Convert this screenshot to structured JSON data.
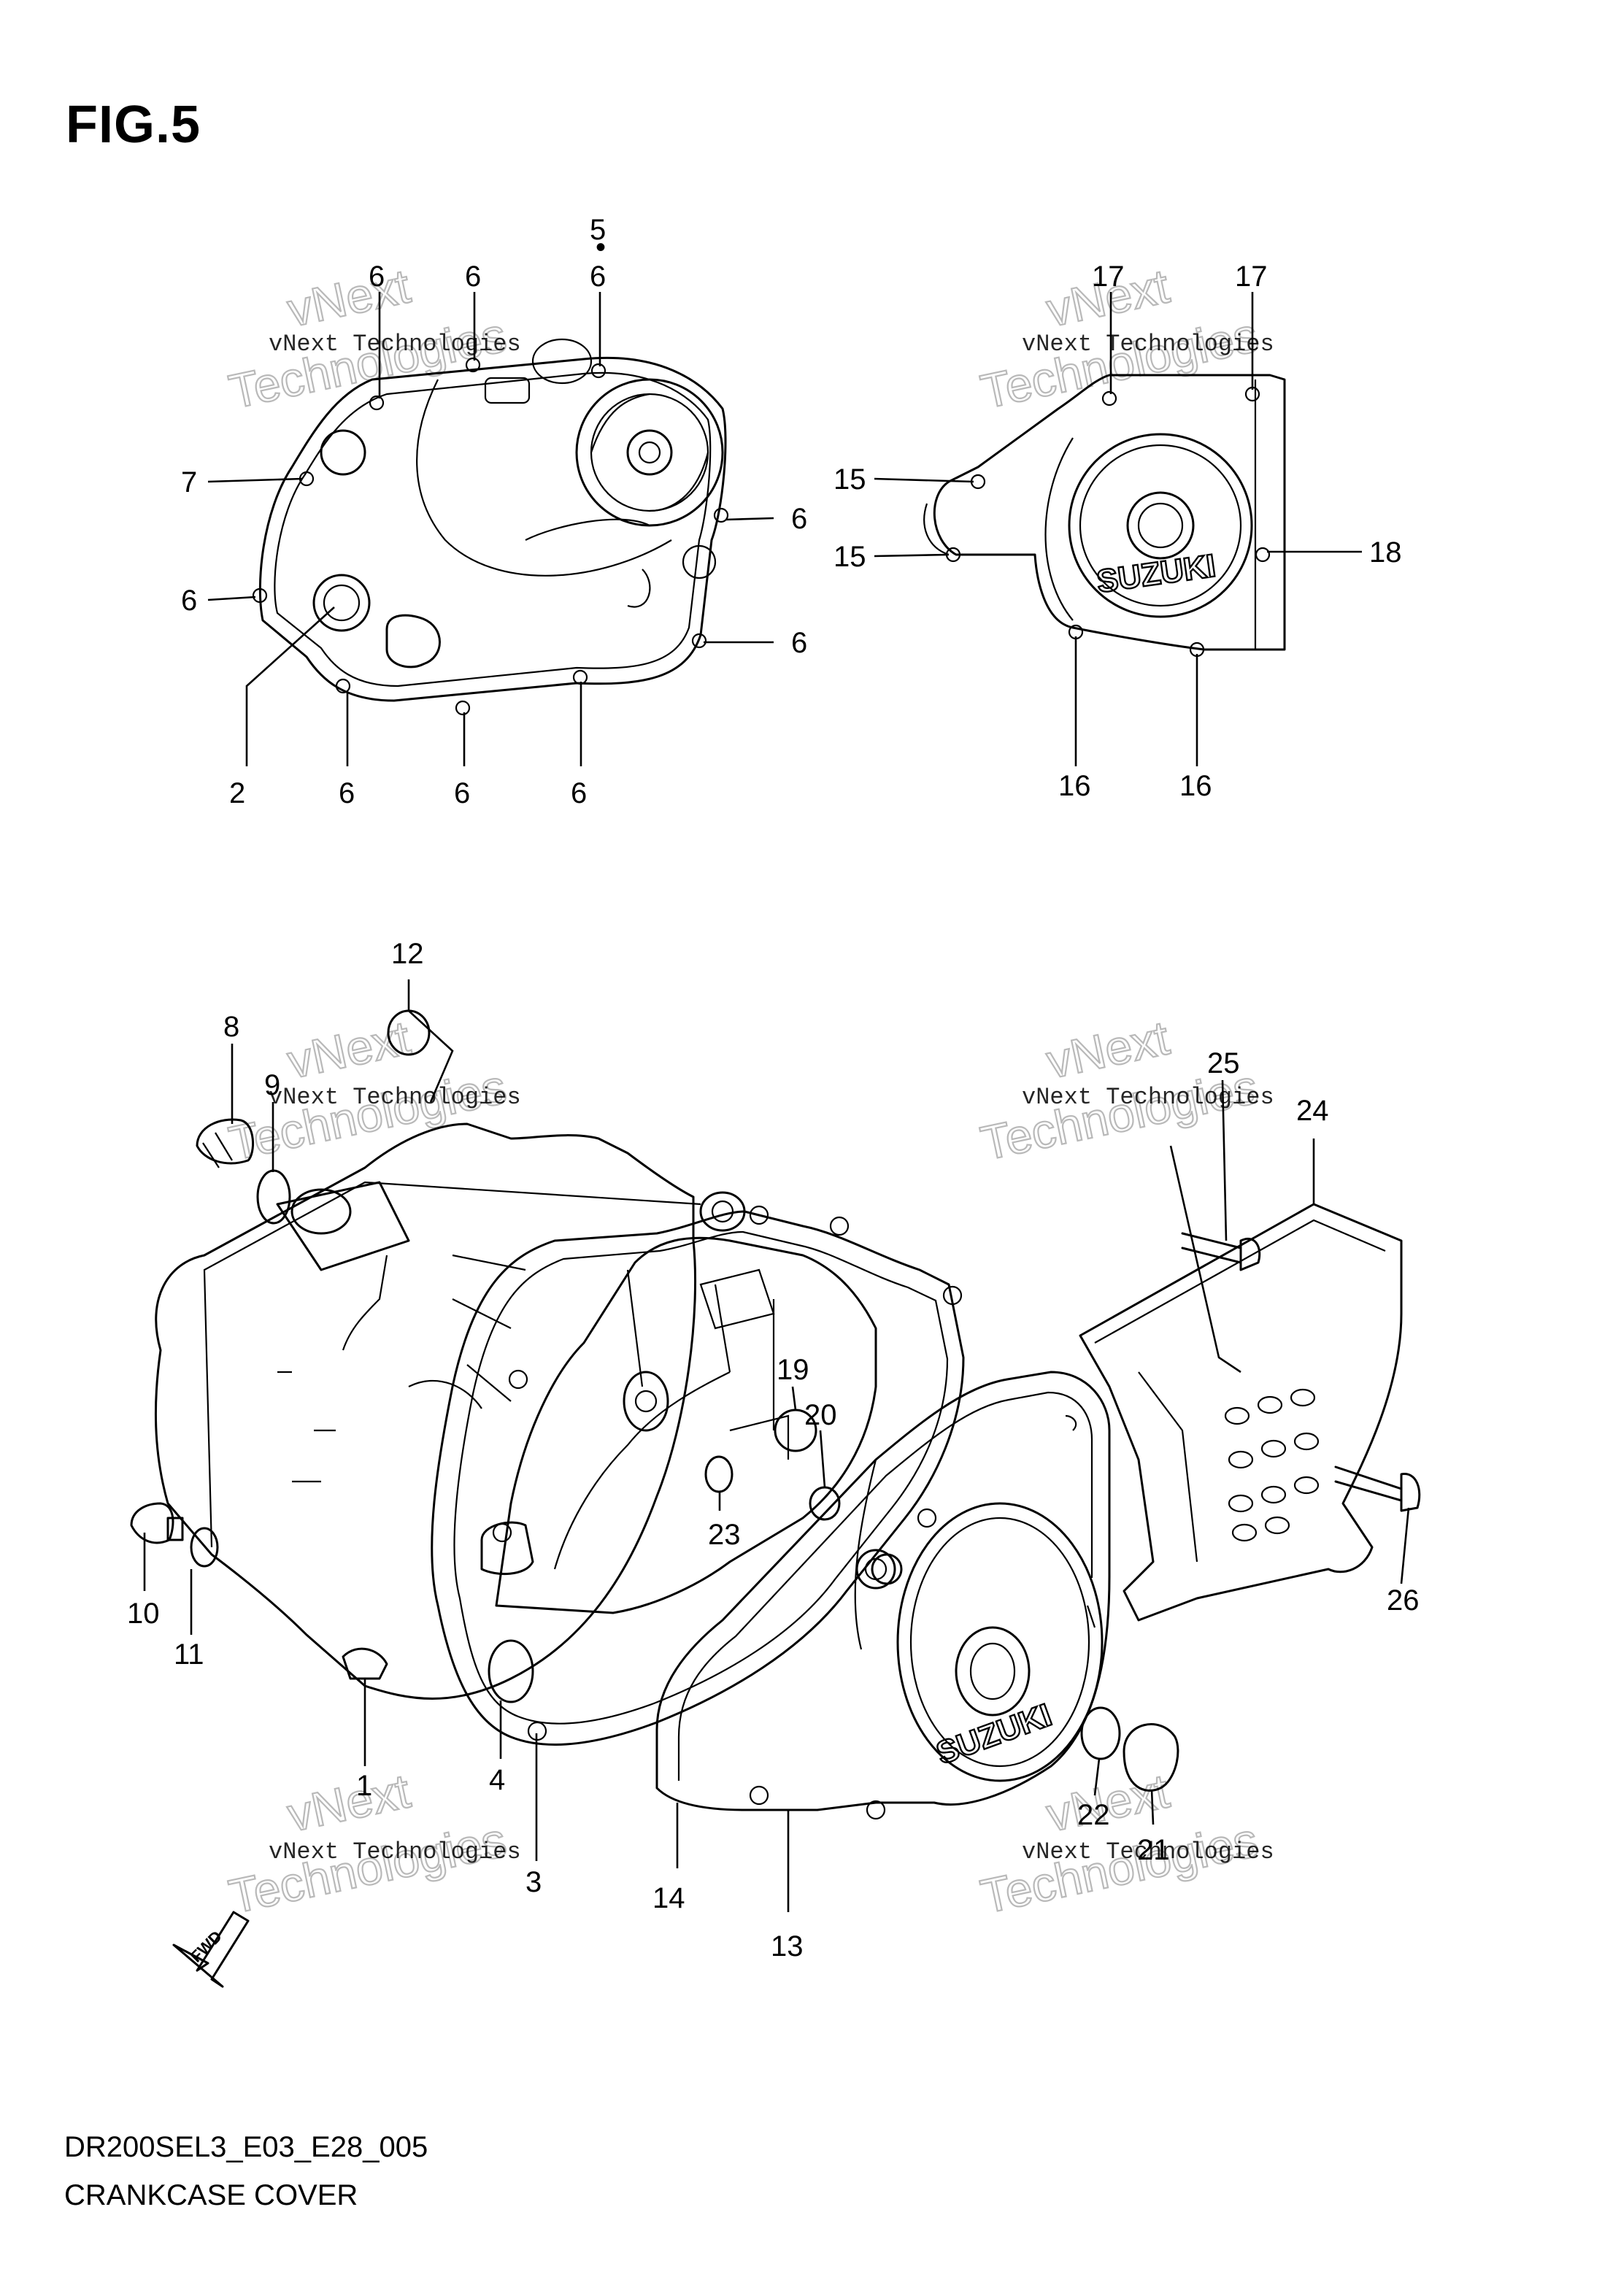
{
  "figure": {
    "title": "FIG.5",
    "code": "DR200SEL3_E03_E28_005",
    "caption": "CRANKCASE COVER"
  },
  "watermark": {
    "line1": "vNext Technologies",
    "line2": "vNext",
    "line3": "Technologies"
  },
  "brand_text": {
    "upper": "SUZUKI",
    "lower": "SUZUKI"
  },
  "fwd_arrow": "FWD",
  "callouts": [
    "1",
    "2",
    "3",
    "4",
    "5",
    "6",
    "6",
    "6",
    "6",
    "6",
    "6",
    "6",
    "6",
    "6",
    "6",
    "7",
    "8",
    "9",
    "10",
    "11",
    "12",
    "13",
    "14",
    "15",
    "15",
    "16",
    "16",
    "17",
    "17",
    "18",
    "19",
    "20",
    "21",
    "22",
    "23",
    "24",
    "25",
    "26"
  ]
}
